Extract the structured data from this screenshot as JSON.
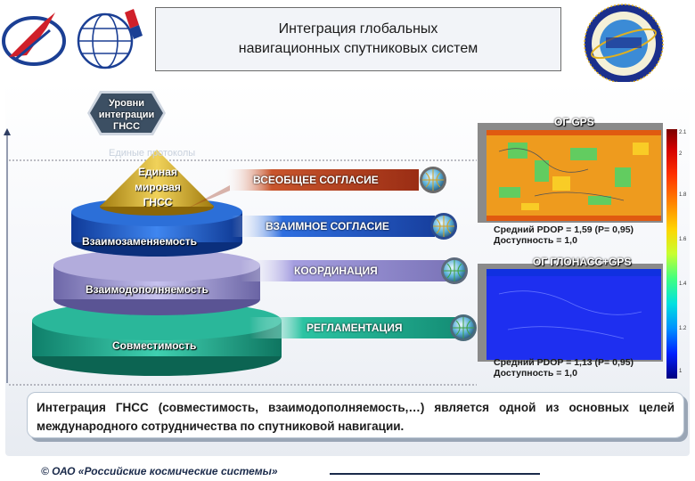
{
  "header": {
    "title_line1": "Интеграция глобальных",
    "title_line2": "навигационных спутниковых систем"
  },
  "logos": {
    "left": "roscosmos-and-globe-logos",
    "right": "glonass-emblem"
  },
  "diagram": {
    "hex_label": "Уровни интеграции ГНСС",
    "faint_label": "Единые протоколы",
    "cone_label_1": "Единая",
    "cone_label_2": "мировая",
    "cone_label_3": "ГНСС",
    "tiers": [
      {
        "label": "Взаимозаменяемость",
        "color": "#1e56c8"
      },
      {
        "label": "Взаимодополняемость",
        "color": "#8f87c9"
      },
      {
        "label": "Совместимость",
        "color": "#19a98e"
      }
    ],
    "bars": [
      {
        "label": "ВСЕОБЩЕЕ СОГЛАСИЕ",
        "color": "#b53a1c"
      },
      {
        "label": "ВЗАИМНОЕ СОГЛАСИЕ",
        "color": "#1e56c8"
      },
      {
        "label": "КООРДИНАЦИЯ",
        "color": "#8f87c9"
      },
      {
        "label": "РЕГЛАМЕНТАЦИЯ",
        "color": "#19a98e"
      }
    ]
  },
  "maps": {
    "gps": {
      "title": "ОГ GPS",
      "stats_line1": "Средний PDOP = 1,59 (P= 0,95)",
      "stats_line2": "Доступность = 1,0"
    },
    "glonass_gps": {
      "title": "ОГ ГЛОНАСС+GPS",
      "stats_line1": "Средний PDOP = 1,13 (P= 0,95)",
      "stats_line2": "Доступность = 1,0"
    },
    "scale_ticks": [
      "2.1",
      "2",
      "1.8",
      "1.6",
      "1.4",
      "1.2",
      "1"
    ]
  },
  "summary": {
    "text": "Интеграция ГНСС (совместимость, взаимодополняемость,…) является одной из основных целей международного сотрудничества по спутниковой навигации."
  },
  "footer": {
    "text": "© ОАО «Российские космические системы»"
  }
}
